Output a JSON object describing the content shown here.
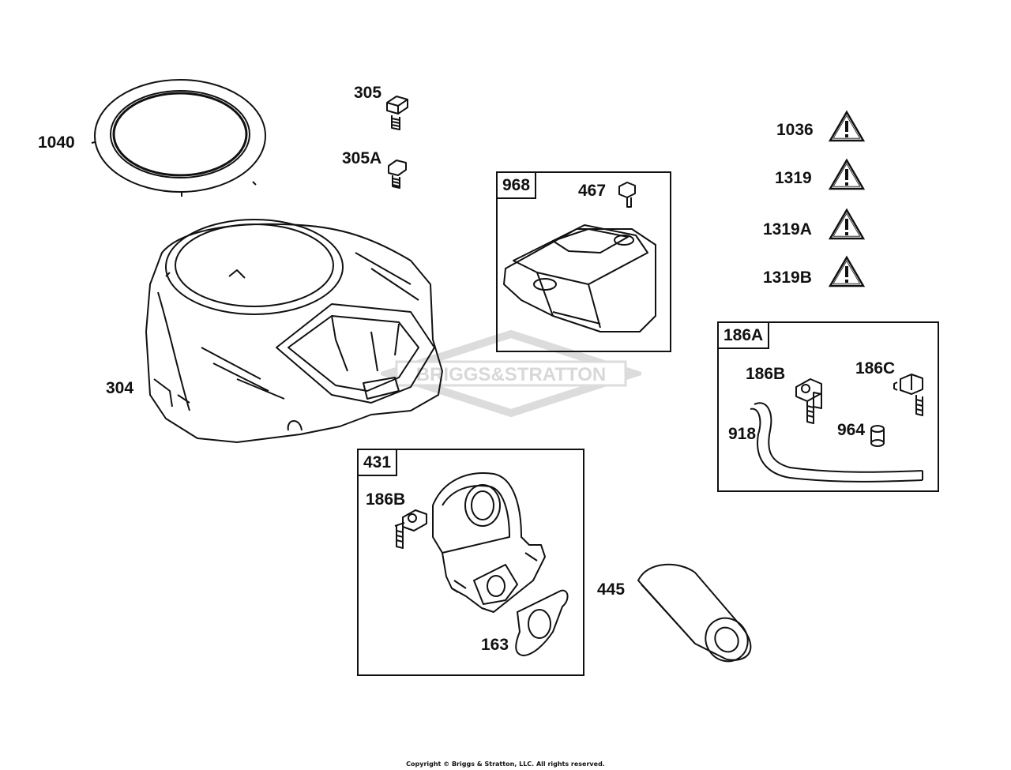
{
  "callouts": {
    "c1040": "1040",
    "c305": "305",
    "c305A": "305A",
    "c304": "304",
    "c467": "467",
    "c1036": "1036",
    "c1319": "1319",
    "c1319A": "1319A",
    "c1319B": "1319B",
    "c186B_right": "186B",
    "c186C": "186C",
    "c918": "918",
    "c964": "964",
    "c186B_left": "186B",
    "c445": "445",
    "c163": "163"
  },
  "boxes": {
    "b968": "968",
    "b186A": "186A",
    "b431": "431"
  },
  "watermark": "BRIGGS&STRATTON",
  "footer": "Copyright © Briggs & Stratton, LLC. All rights reserved.",
  "colors": {
    "ink": "#111111",
    "watermark": "#d8d8d8"
  },
  "icons": [
    "warning-triangle-icon"
  ]
}
